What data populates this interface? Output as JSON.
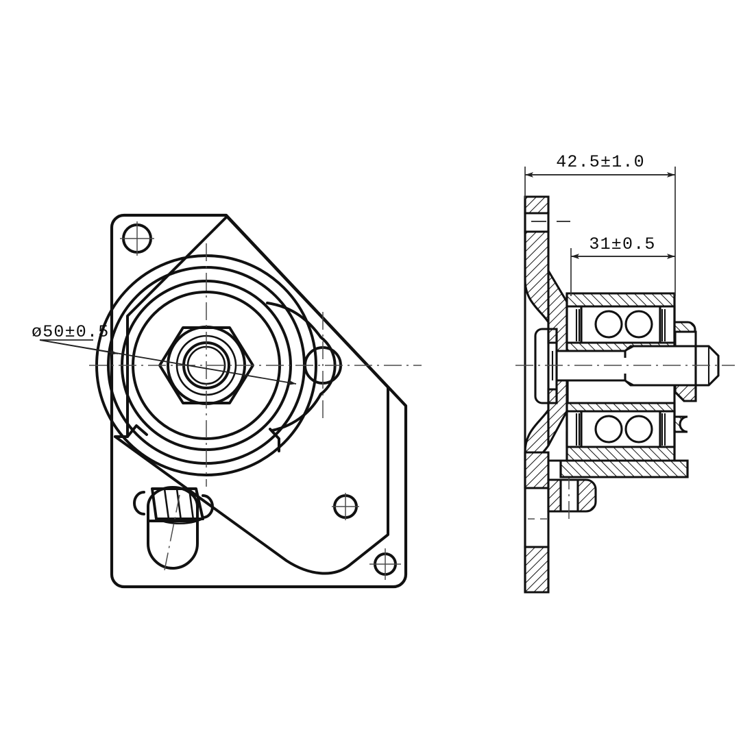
{
  "drawing": {
    "title": "Bearing Bracket Assembly — Front View and Section View",
    "sheet_width": 1100,
    "sheet_height": 1100,
    "background_color": "#ffffff",
    "line_color": "#111111",
    "centerline_color": "#4a4a4a",
    "dimension_color": "#333333"
  },
  "dimensions": {
    "diameter_bore": {
      "label": "ø50±0.5",
      "nominal": 50,
      "tolerance": 0.5,
      "symbol": "diameter",
      "view": "front-view",
      "style": "leader"
    },
    "overall_width": {
      "label": "42.5±1.0",
      "nominal": 42.5,
      "tolerance": 1.0,
      "view": "section-view",
      "style": "linear-horizontal"
    },
    "bearing_width": {
      "label": "31±0.5",
      "nominal": 31,
      "tolerance": 0.5,
      "view": "section-view",
      "style": "linear-horizontal"
    }
  },
  "views": {
    "front": {
      "name": "front-view",
      "features": [
        "mounting-plate-outline",
        "bearing-boss-concentric-circles",
        "hex-nut",
        "lug-hole",
        "grease-nipple",
        "mounting-hole-top-left",
        "mounting-hole-bottom-right",
        "mounting-hole-corner"
      ]
    },
    "section": {
      "name": "section-view",
      "features": [
        "mounting-flange-bracket",
        "double-row-ball-bearing",
        "bearing-balls",
        "shaft",
        "hex-bolt-head",
        "hex-nut-end",
        "hatched-material"
      ]
    }
  }
}
